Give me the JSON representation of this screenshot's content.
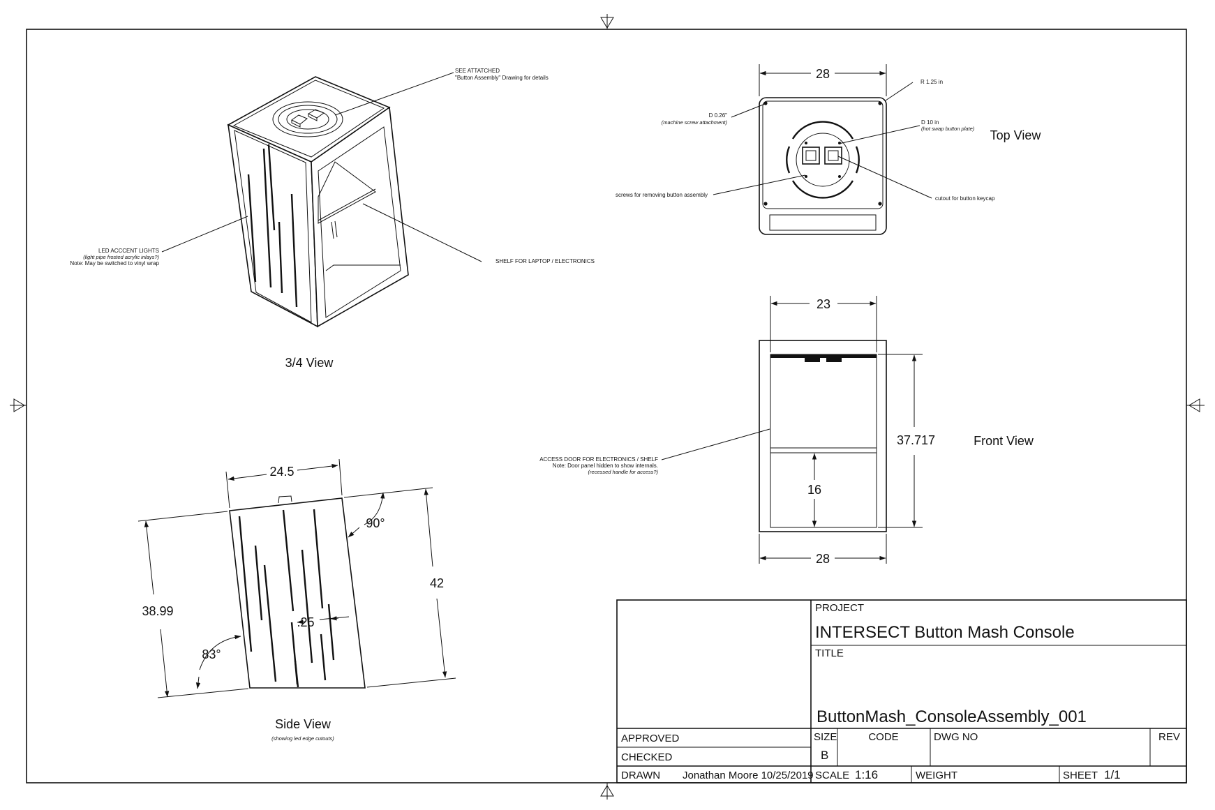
{
  "views": {
    "three_quarter": {
      "label": "3/4 View",
      "callout_attached_1": "SEE ATTATCHED",
      "callout_attached_2": "\"Button Assembly\" Drawing for details",
      "callout_led_1": "LED ACCCENT LIGHTS",
      "callout_led_2": "(light pipe frosted acrylic inlays?)",
      "callout_led_3": "Note: May be switched to vinyl wrap",
      "callout_shelf": "SHELF FOR LAPTOP / ELECTRONICS"
    },
    "top": {
      "label": "Top View",
      "dim_width": "28",
      "dim_radius": "R 1.25 in",
      "dim_screw_hole": "D 0.26\"",
      "dim_screw_hole_note": "(machine screw attachment)",
      "dim_plate": "D 10 in",
      "dim_plate_note": "(hot swap button plate)",
      "callout_screws": "screws for removing button assembly",
      "callout_cutout": "cutout for button keycap"
    },
    "front": {
      "label": "Front View",
      "dim_inner_width": "23",
      "dim_height": "37.717",
      "dim_lower": "16",
      "dim_bottom_width": "28",
      "callout_door_1": "ACCESS DOOR FOR ELECTRONICS / SHELF",
      "callout_door_2": "Note: Door panel hidden to show internals.",
      "callout_door_3": "(recessed handle for access?)"
    },
    "side": {
      "label": "Side View",
      "label_note": "(showing led edge cutouts)",
      "dim_top": "24.5",
      "dim_left": "38.99",
      "dim_right": "42",
      "dim_angle_top": "90°",
      "dim_angle_bottom": "83°",
      "dim_slot": ".25"
    }
  },
  "title_block": {
    "project_label": "PROJECT",
    "project_value": "INTERSECT Button Mash Console",
    "title_label": "TITLE",
    "title_value": "ButtonMash_ConsoleAssembly_001",
    "approved_label": "APPROVED",
    "checked_label": "CHECKED",
    "drawn_label": "DRAWN",
    "drawn_value": "Jonathan Moore 10/25/2019",
    "size_label": "SIZE",
    "size_value": "B",
    "code_label": "CODE",
    "dwg_no_label": "DWG NO",
    "rev_label": "REV",
    "scale_label": "SCALE",
    "scale_value": "1:16",
    "weight_label": "WEIGHT",
    "sheet_label": "SHEET",
    "sheet_value": "1/1"
  }
}
